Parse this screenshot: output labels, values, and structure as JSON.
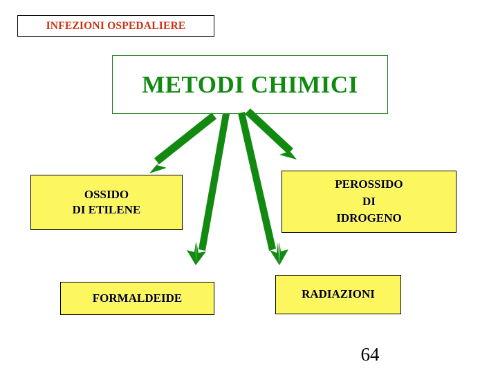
{
  "slide": {
    "background_color": "#FFFFFF",
    "page_number": "64"
  },
  "title": {
    "text": "INFEZIONI OSPEDALIERE",
    "text_color": "#CC3311",
    "border_color": "#000000",
    "background_color": "#FFFFFF"
  },
  "heading": {
    "text": "METODI CHIMICI",
    "text_color": "#128A12",
    "border_color": "#127C12",
    "background_color": "#FFFFFF"
  },
  "nodes": [
    {
      "id": "ossido",
      "label": "OSSIDO\nDI ETILENE",
      "background_color": "#FCF75E",
      "border_color": "#000000",
      "text_color": "#000000"
    },
    {
      "id": "perossido",
      "label": "PEROSSIDO\nDI\nIDROGENO",
      "background_color": "#FCF75E",
      "border_color": "#000000",
      "text_color": "#000000"
    },
    {
      "id": "formaldeide",
      "label": "FORMALDEIDE",
      "background_color": "#FCF75E",
      "border_color": "#000000",
      "text_color": "#000000"
    },
    {
      "id": "radiazioni",
      "label": "RADIAZIONI",
      "background_color": "#FCF75E",
      "border_color": "#000000",
      "text_color": "#000000"
    }
  ],
  "arrows": {
    "color": "#128A12",
    "items": [
      {
        "id": "arrow-to-ossido",
        "from": "heading",
        "to": "ossido"
      },
      {
        "id": "arrow-to-formaldeide",
        "from": "heading",
        "to": "formaldeide"
      },
      {
        "id": "arrow-to-radiazioni",
        "from": "heading",
        "to": "radiazioni"
      },
      {
        "id": "arrow-to-perossido",
        "from": "heading",
        "to": "perossido"
      }
    ]
  }
}
